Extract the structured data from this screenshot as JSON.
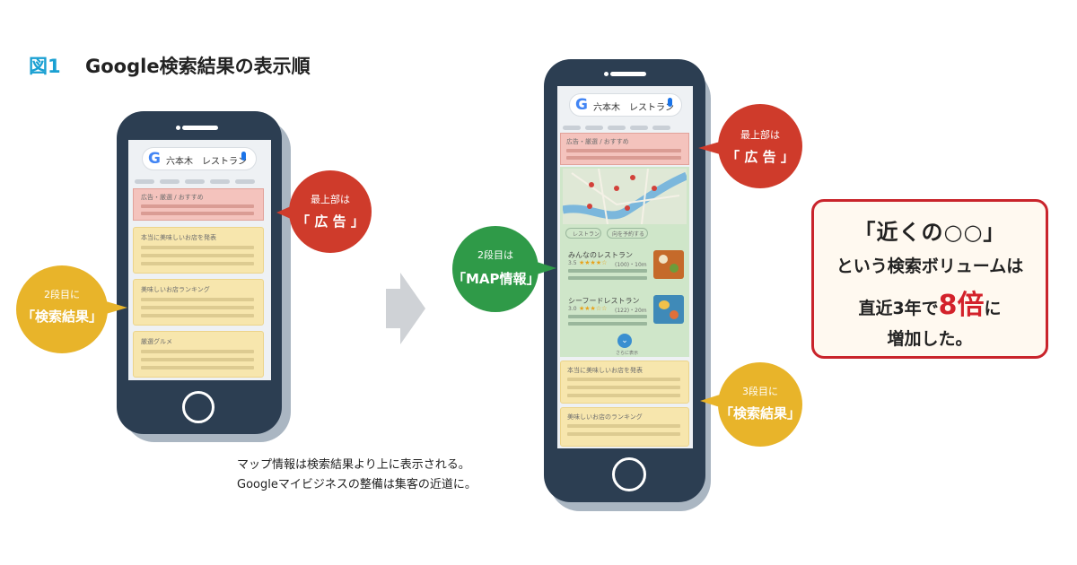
{
  "figure": {
    "number": "図1",
    "title": "Google検索結果の表示順"
  },
  "search": {
    "query": "六本木　レストラン",
    "logo": "G"
  },
  "left_phone": {
    "ad_label": "広告・厳選 / おすすめ",
    "results": [
      "本当に美味しいお店を発表",
      "美味しいお店ランキング",
      "厳選グルメ"
    ],
    "bubble_top": {
      "small": "最上部は",
      "big": "「 広 告 」"
    },
    "bubble_second": {
      "small": "2段目に",
      "big": "「検索結果」"
    }
  },
  "right_phone": {
    "ad_label": "広告・厳選 / おすすめ",
    "map_chips": [
      "レストラン",
      "向を予約する"
    ],
    "places": [
      {
        "name": "みんなのレストラン",
        "rating": "3.5",
        "stars": "★★★★☆",
        "meta": "(100)・10m"
      },
      {
        "name": "シーフードレストラン",
        "rating": "3.0",
        "stars": "★★★☆☆",
        "meta": "(122)・20m"
      }
    ],
    "more_label": "さらに表示",
    "results": [
      "本当に美味しいお店を発表",
      "美味しいお店のランキング"
    ],
    "bubble_top": {
      "small": "最上部は",
      "big": "「 広 告 」"
    },
    "bubble_map": {
      "small": "2段目は",
      "big": "「MAP情報」"
    },
    "bubble_third": {
      "small": "3段目に",
      "big": "「検索結果」"
    }
  },
  "caption": {
    "line1": "マップ情報は検索結果より上に表示される。",
    "line2": "Googleマイビジネスの整備は集客の近道に。"
  },
  "callout": {
    "line1": "「近くの○○」",
    "line2": "という検索ボリュームは",
    "line3_pre": "直近3年で",
    "line3_emph": "8倍",
    "line3_post": "に",
    "line4": "増加した。"
  },
  "colors": {
    "title_accent": "#1aa0d2",
    "ad_bubble": "#cf3b2b",
    "result_bubble": "#e8b42a",
    "map_bubble": "#2f9a48",
    "callout_border": "#c9242b"
  }
}
